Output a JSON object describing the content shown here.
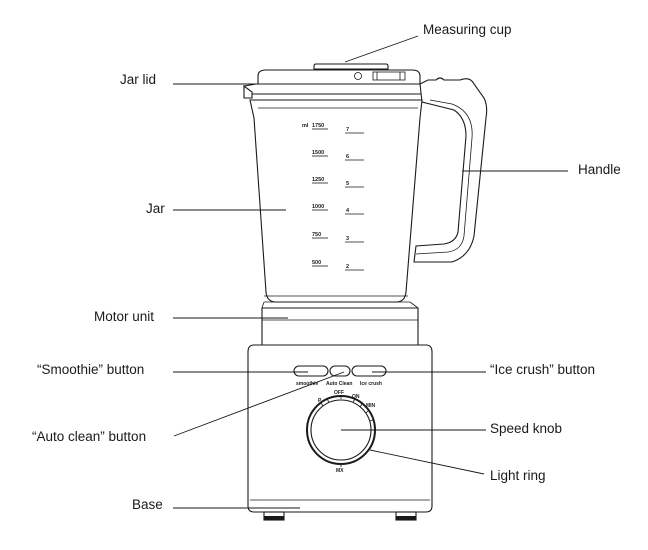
{
  "labels": {
    "measuring_cup": "Measuring cup",
    "jar_lid": "Jar lid",
    "handle": "Handle",
    "jar": "Jar",
    "motor_unit": "Motor unit",
    "smoothie_button": "“Smoothie” button",
    "ice_crush_button": "“Ice crush” button",
    "auto_clean_button": "“Auto clean” button",
    "speed_knob": "Speed knob",
    "light_ring": "Light ring",
    "base": "Base"
  },
  "jar_scale": {
    "ml_unit": "ml",
    "ml": [
      "1750",
      "1500",
      "1250",
      "1000",
      "750",
      "500"
    ],
    "cups": [
      "7",
      "6",
      "5",
      "4",
      "3",
      "2"
    ]
  },
  "buttons": {
    "smoothie": "smoothie",
    "auto_clean": "Auto Clean",
    "ice_crush": "Ice crush"
  },
  "knob_marks": {
    "p": "P",
    "off": "OFF",
    "on": "ON",
    "min": "MIN",
    "max": "MX"
  }
}
